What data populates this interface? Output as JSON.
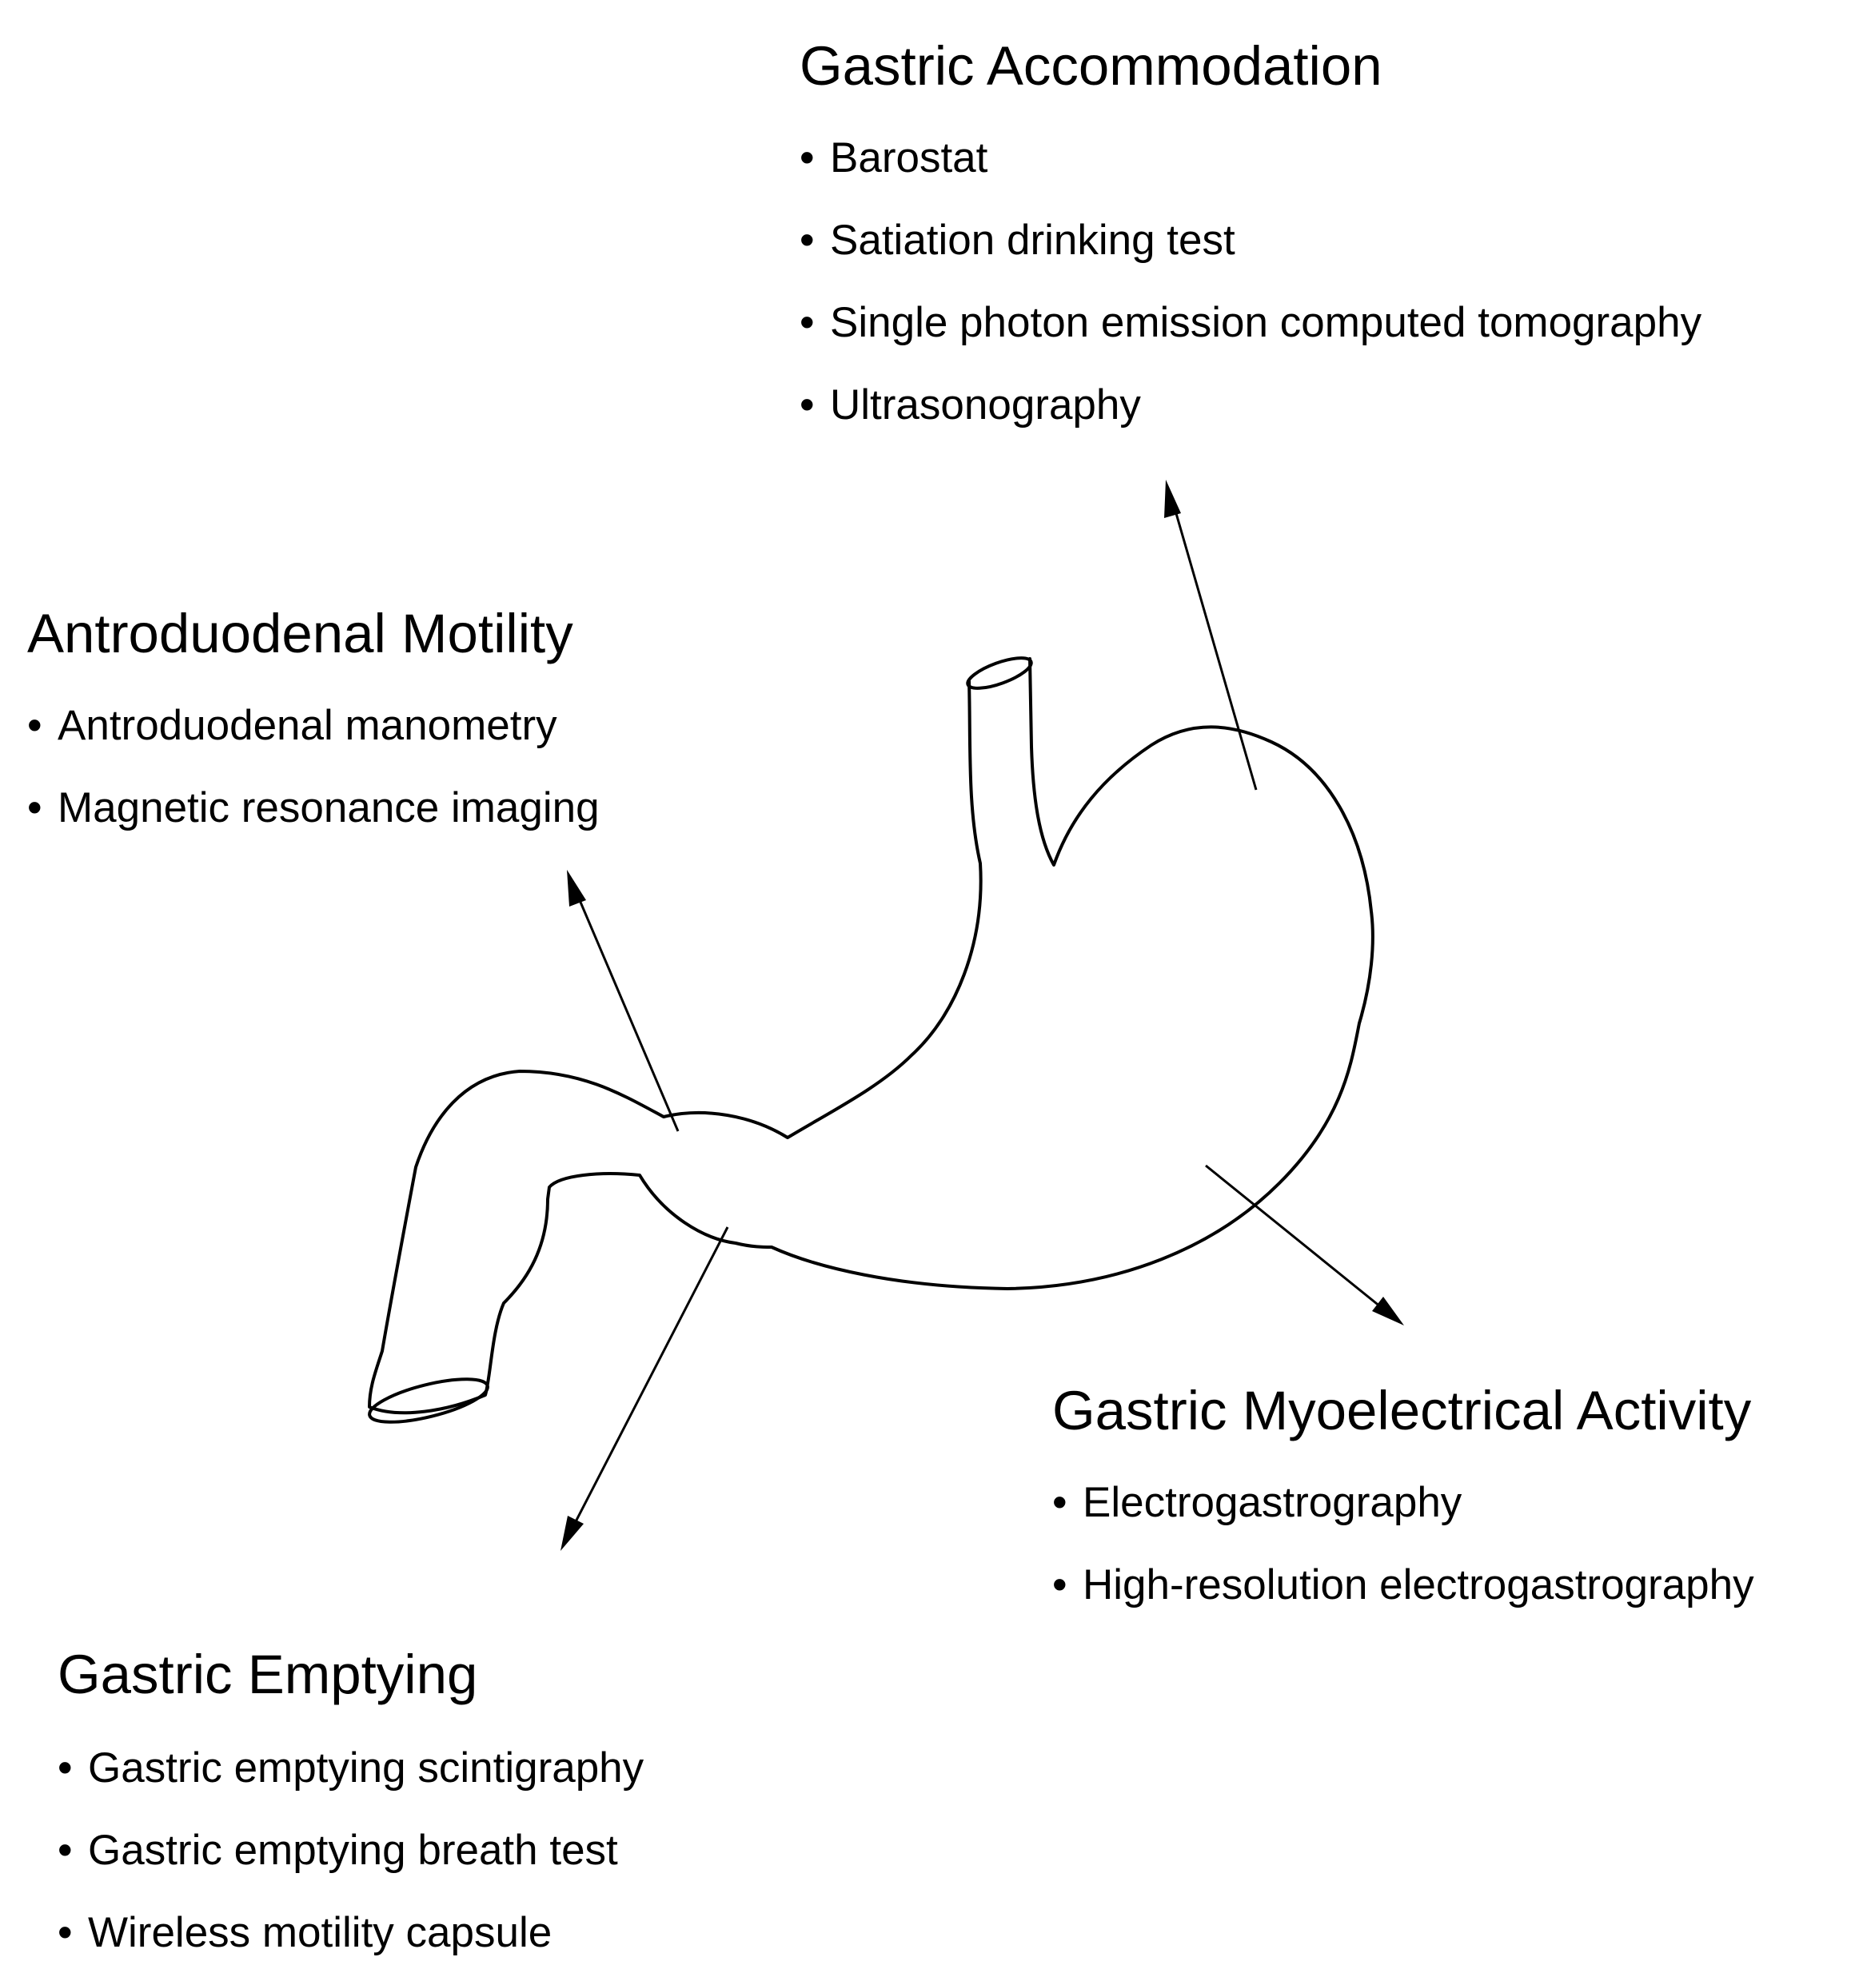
{
  "groups": {
    "accommodation": {
      "title": "Gastric Accommodation",
      "items": [
        "Barostat",
        "Satiation drinking test",
        "Single photon emission computed tomography",
        "Ultrasonography"
      ]
    },
    "antroduodenal": {
      "title": "Antroduodenal Motility",
      "items": [
        "Antroduodenal manometry",
        "Magnetic resonance imaging"
      ]
    },
    "myoelectrical": {
      "title": "Gastric Myoelectrical Activity",
      "items": [
        "Electrogastrography",
        "High-resolution electrogastrography"
      ]
    },
    "emptying": {
      "title": "Gastric Emptying",
      "items": [
        "Gastric emptying scintigraphy",
        "Gastric emptying breath test",
        "Wireless motility capsule"
      ]
    }
  },
  "bullet": "•",
  "colors": {
    "line": "#000000",
    "background": "#ffffff"
  }
}
